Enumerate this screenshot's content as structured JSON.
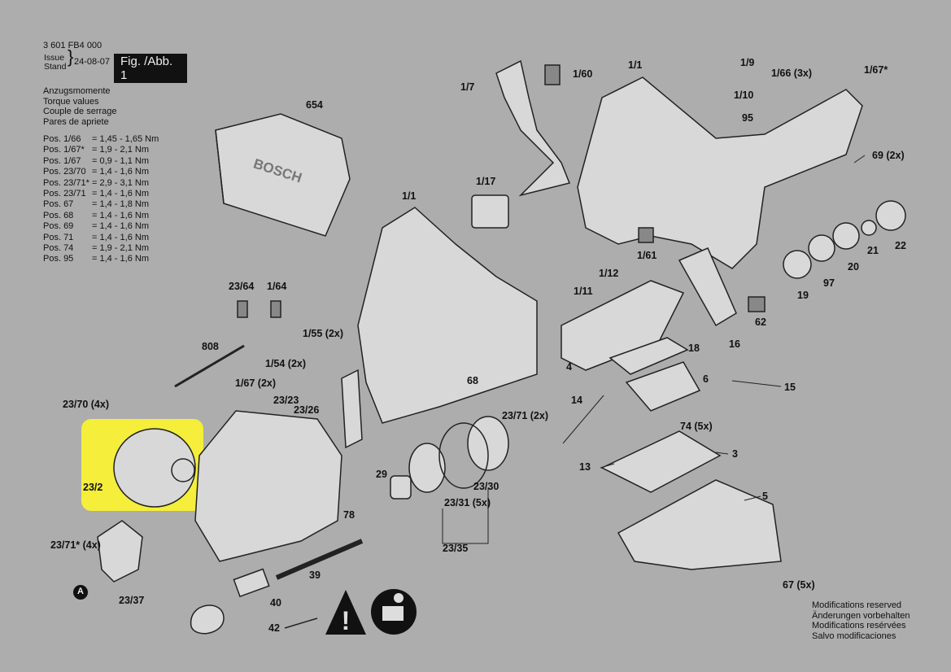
{
  "header": {
    "doc_number": "3 601 FB4 000",
    "issue_label_1": "Issue",
    "issue_label_2": "Stand",
    "date": "24-08-07",
    "figure": "Fig. /Abb. 1"
  },
  "torque": {
    "titles": [
      "Anzugsmomente",
      "Torque values",
      "Couple de serrage",
      "Pares de apriete"
    ],
    "rows": [
      {
        "pos": "Pos. 1/66",
        "value": "= 1,45 - 1,65 Nm"
      },
      {
        "pos": "Pos. 1/67*",
        "value": "= 1,9 - 2,1 Nm"
      },
      {
        "pos": "Pos. 1/67",
        "value": "= 0,9 - 1,1 Nm"
      },
      {
        "pos": "Pos. 23/70",
        "value": "= 1,4 - 1,6 Nm"
      },
      {
        "pos": "Pos. 23/71*",
        "value": "= 2,9 - 3,1 Nm"
      },
      {
        "pos": "Pos. 23/71",
        "value": "= 1,4 - 1,6 Nm"
      },
      {
        "pos": "Pos. 67",
        "value": "= 1,4 - 1,8 Nm"
      },
      {
        "pos": "Pos. 68",
        "value": "= 1,4 - 1,6 Nm"
      },
      {
        "pos": "Pos. 69",
        "value": "= 1,4 - 1,6 Nm"
      },
      {
        "pos": "Pos. 71",
        "value": "= 1,4 - 1,6 Nm"
      },
      {
        "pos": "Pos. 74",
        "value": "= 1,9 - 2,1 Nm"
      },
      {
        "pos": "Pos. 95",
        "value": "= 1,4 - 1,6 Nm"
      }
    ]
  },
  "brand": "BOSCH",
  "labels": [
    "654",
    "1/7",
    "1/60",
    "1/1",
    "1/9",
    "1/66 (3x)",
    "1/10",
    "95",
    "1/67*",
    "69 (2x)",
    "1/17",
    "1/1",
    "1/12",
    "1/61",
    "1/11",
    "22",
    "21",
    "20",
    "97",
    "19",
    "62",
    "23/64",
    "1/64",
    "808",
    "1/55 (2x)",
    "1/54 (2x)",
    "1/67 (2x)",
    "23/23",
    "23/26",
    "68",
    "23/71 (2x)",
    "4",
    "18",
    "16",
    "6",
    "15",
    "14",
    "74 (5x)",
    "3",
    "13",
    "5",
    "23/70 (4x)",
    "23/2",
    "29",
    "23/30",
    "23/31 (5x)",
    "78",
    "23/35",
    "23/71* (4x)",
    "23/37",
    "39",
    "40",
    "42",
    "67 (5x)",
    "A"
  ],
  "footer": [
    "Modifications reserved",
    "Änderungen vorbehalten",
    "Modifications resérvées",
    "Salvo modificaciones"
  ]
}
